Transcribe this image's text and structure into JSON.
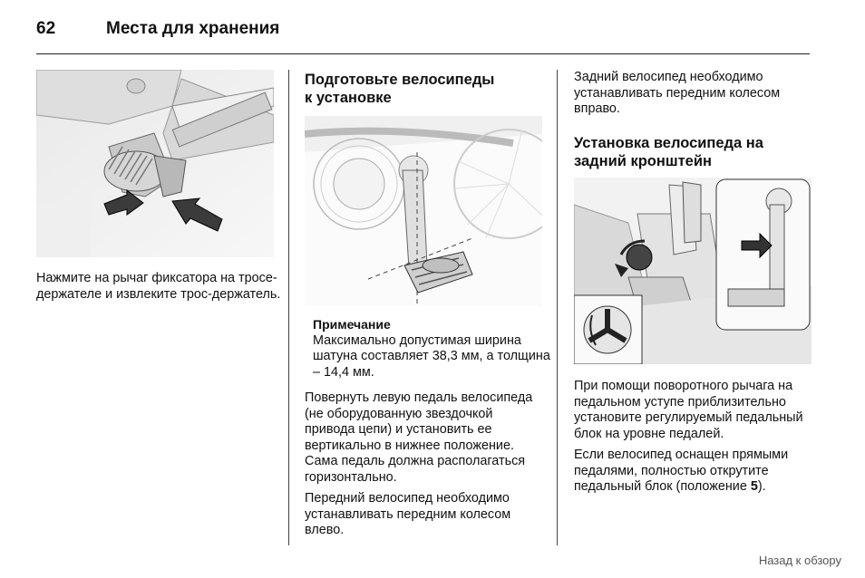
{
  "header": {
    "page_number": "62",
    "title": "Места для хранения"
  },
  "col1": {
    "paragraph": "Нажмите на рычаг фиксатора на тросе-держателе и извлеките трос-держатель."
  },
  "col2": {
    "heading_line1": "Подготовьте велосипеды",
    "heading_line2": "к установке",
    "note_title": "Примечание",
    "note_text": "Максимально допустимая ширина шатуна составляет 38,3 мм, а толщина – 14,4 мм.",
    "paragraphs": [
      "Повернуть левую педаль велосипеда (не оборудованную звездочкой привода цепи) и установить ее вертикально в нижнее положение. Сама педаль должна располагаться горизонтально.",
      "Передний велосипед необходимо устанавливать передним колесом влево."
    ]
  },
  "col3": {
    "intro": "Задний велосипед необходимо устанавливать передним колесом вправо.",
    "heading_line1": "Установка велосипеда на",
    "heading_line2": "задний кронштейн",
    "paragraph1": "При помощи поворотного рычага на педальном уступе приблизительно установите регулируемый педальный блок на уровне педалей.",
    "paragraph2_before": "Если велосипед оснащен прямыми педалями, полностью открутите педальный блок (положение ",
    "paragraph2_bold": "5",
    "paragraph2_after": ")."
  },
  "footer": {
    "back_link": "Назад к обзору"
  }
}
